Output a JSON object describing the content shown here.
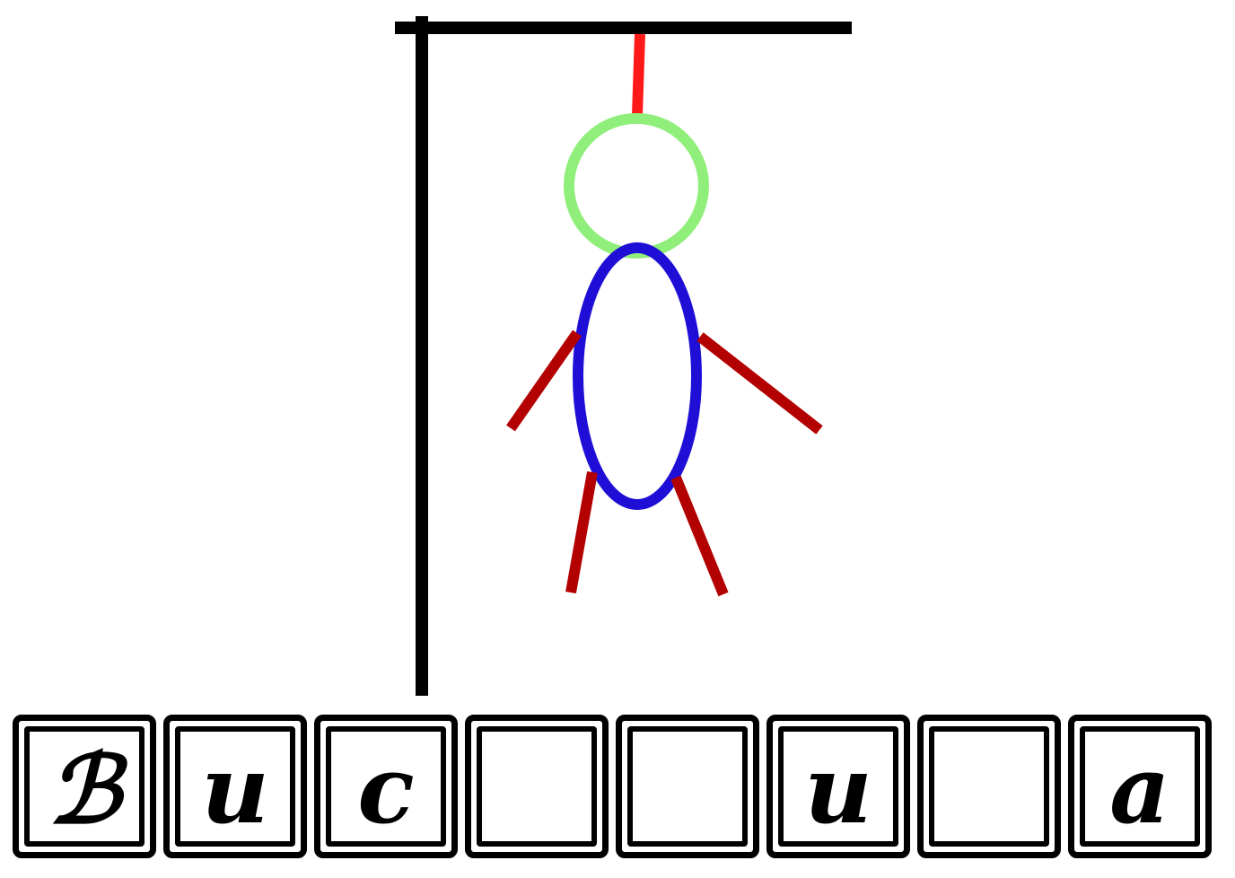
{
  "game": {
    "type": "hangman",
    "colors": {
      "gallows": "#000000",
      "rope": "#ff1a1a",
      "head": "#90ee7a",
      "body": "#1f0fd6",
      "limbs": "#b30000",
      "tile_border": "#000000",
      "tile_background": "#ffffff"
    },
    "figure_parts_shown": [
      "rope",
      "head",
      "body",
      "left-arm",
      "right-arm",
      "left-leg",
      "right-leg"
    ],
    "word": {
      "length": 8,
      "slots": [
        {
          "letter": "ℬ"
        },
        {
          "letter": "u"
        },
        {
          "letter": "c"
        },
        {
          "letter": ""
        },
        {
          "letter": ""
        },
        {
          "letter": "u"
        },
        {
          "letter": ""
        },
        {
          "letter": "a"
        }
      ]
    }
  }
}
